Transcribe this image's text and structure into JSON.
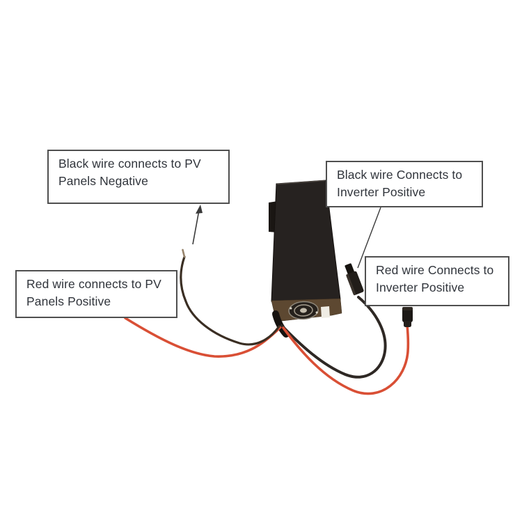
{
  "figure": {
    "kind": "solar-charge-controller-wiring-diagram"
  },
  "callouts": {
    "pv_negative": {
      "lines": [
        "Black wire connects to PV",
        "Panels Negative"
      ]
    },
    "inverter_black": {
      "lines": [
        "Black wire Connects to",
        "Inverter Positive"
      ]
    },
    "pv_positive": {
      "lines": [
        "Red wire connects to PV",
        "Panels Positive"
      ]
    },
    "inverter_red": {
      "lines": [
        "Red wire Connects to",
        "Inverter Positive"
      ]
    }
  },
  "colors": {
    "wire_red": "#d94f35",
    "wire_black": "#2e2824",
    "wire_black_thin": "#3a2e23",
    "device_body": "#262220",
    "device_flange": "#1a1613",
    "device_face": "#5d4831",
    "leader": "#3a3a3a",
    "box_border": "#4f4f4f",
    "text": "#30343b"
  }
}
